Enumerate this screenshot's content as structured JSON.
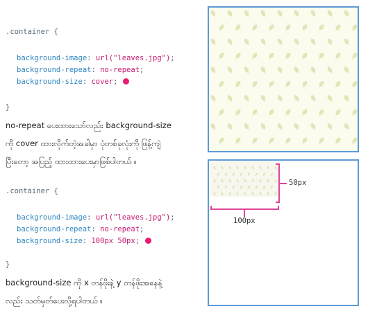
{
  "example1": {
    "selector": ".container {",
    "lines": [
      {
        "prop": "background-image",
        "value": "url(\"leaves.jpg\")"
      },
      {
        "prop": "background-repeat",
        "value": "no-repeat"
      },
      {
        "prop": "background-size",
        "value": "cover"
      }
    ],
    "close": "}",
    "description": [
      "no-repeat ပေးထားသော်လည်း  background-size",
      "ကို cover ထားလိုက်တဲ့အခါမှာ ပုံတစ်ခုလုံးကို ဖြန့်ကျဲ",
      "ပြီးတော့ အပြည့် ထားထားပေးမှာဖြစ်ပါတယ် ။"
    ]
  },
  "example2": {
    "selector": ".container {",
    "lines": [
      {
        "prop": "background-image",
        "value": "url(\"leaves.jpg\")"
      },
      {
        "prop": "background-repeat",
        "value": "no-repeat"
      },
      {
        "prop": "background-size",
        "value": "100px 50px"
      }
    ],
    "close": "}",
    "description": [
      "background-size ကို x တန်ဖိုးနဲ့ y တန်ဖိုးအနေနဲ့",
      "လည်း သတ်မှတ်ပေးလို့ရပါတယ် ။"
    ],
    "width_label": "100px",
    "height_label": "50px"
  },
  "colors": {
    "box_border": "#5b9bd5",
    "property": "#2f86c0",
    "value": "#c8196f",
    "marker": "#e51c72",
    "leaf": "#e3e8bf"
  },
  "icons": [
    "leaf-pattern"
  ]
}
